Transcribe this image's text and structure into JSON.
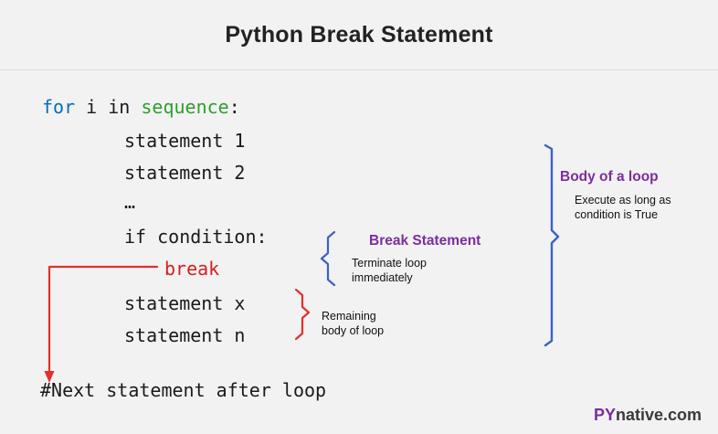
{
  "header": {
    "title": "Python Break Statement"
  },
  "code": {
    "lines": [
      {
        "id": "line-for",
        "for_kw": "for",
        "mid": " i in ",
        "sequence": "sequence",
        "colon": ":"
      },
      {
        "id": "line-statement-1",
        "text": "statement 1"
      },
      {
        "id": "line-statement-2",
        "text": "statement 2"
      },
      {
        "id": "line-ellipsis",
        "text": "…"
      },
      {
        "id": "line-if-condition",
        "text": "if condition:"
      },
      {
        "id": "line-break",
        "text": "break"
      },
      {
        "id": "line-statement-x",
        "text": "statement x"
      },
      {
        "id": "line-statement-n",
        "text": "statement n"
      },
      {
        "id": "line-next-statement",
        "text": "#Next statement after loop"
      }
    ]
  },
  "annotations": {
    "body_of_loop": {
      "title": "Body of a loop",
      "description": "Execute as long as\ncondition is True"
    },
    "break_statement": {
      "title": "Break Statement",
      "description": "Terminate loop\nimmediately"
    },
    "remaining_body": {
      "description": "Remaining\nbody of loop"
    }
  },
  "brand": {
    "prefix": "PY",
    "suffix": "native.com"
  },
  "colors": {
    "background": "#f2f2f2",
    "keyword_blue": "#0070b8",
    "sequence_green": "#2e9e2e",
    "break_red": "#d42020",
    "accent_purple": "#7b2d9e",
    "brace_blue": "#3b62c4",
    "brace_red": "#e03030"
  }
}
